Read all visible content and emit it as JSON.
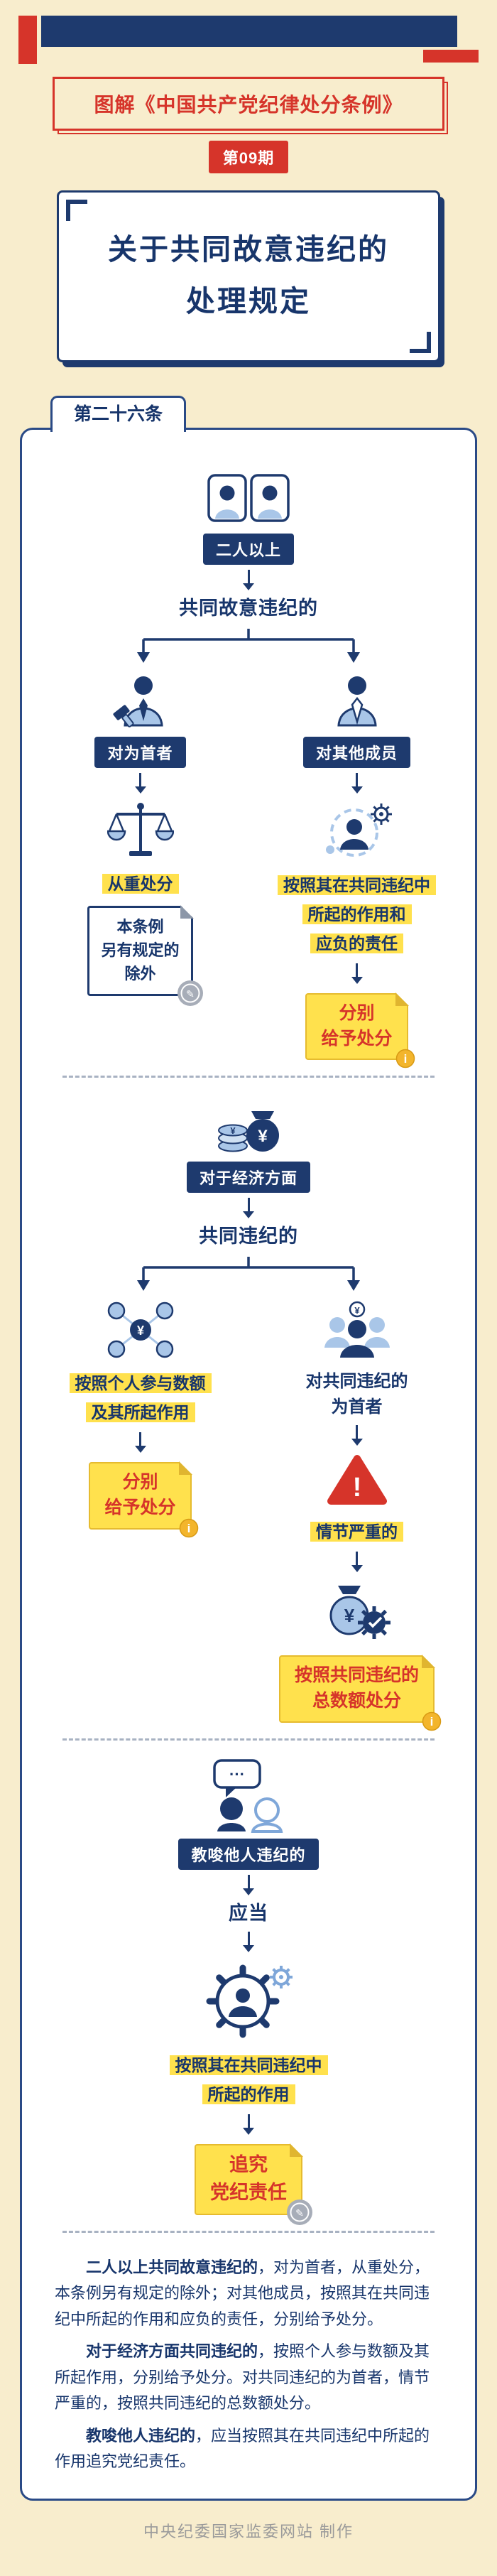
{
  "colors": {
    "background_cream": "#f8edcd",
    "navy": "#1e3a6e",
    "panel_border_blue": "#2a4a86",
    "red": "#d6342a",
    "highlight_yellow": "#ffe14d",
    "icon_light_blue": "#a9c6e8",
    "separator_gray": "#a8b2c2",
    "footer_gray": "#9b9b9b"
  },
  "icons": {
    "yuan": "¥",
    "exclaim": "!",
    "info": "i",
    "pen": "✎",
    "dots": "···"
  },
  "header": {
    "series_title": "图解《中国共产党纪律处分条例》",
    "issue_badge": "第09期",
    "title_line1": "关于共同故意违纪的",
    "title_line2": "处理规定"
  },
  "article_tab": "第二十六条",
  "section1": {
    "actor_label": "二人以上",
    "condition": "共同故意违纪的",
    "left": {
      "role_label": "对为首者",
      "result": "从重处分",
      "exception_note": "本条例\n另有规定的\n除外"
    },
    "right": {
      "role_label": "对其他成员",
      "basis": "按照其在共同违纪中\n所起的作用和\n应负的责任",
      "result": "分别\n给予处分"
    }
  },
  "section2": {
    "topic_label": "对于经济方面",
    "condition": "共同违纪的",
    "left": {
      "basis": "按照个人参与数额\n及其所起作用",
      "result": "分别\n给予处分"
    },
    "right": {
      "subject": "对共同违纪的\n为首者",
      "severity": "情节严重的",
      "result": "按照共同违纪的\n总数额处分"
    }
  },
  "section3": {
    "condition_label": "教唆他人违纪的",
    "modal": "应当",
    "basis": "按照其在共同违纪中\n所起的作用",
    "result": "追究\n党纪责任"
  },
  "summary": {
    "paragraphs": [
      {
        "lead": "二人以上共同故意违纪的",
        "rest": "，对为首者，从重处分，本条例另有规定的除外；对其他成员，按照其在共同违纪中所起的作用和应负的责任，分别给予处分。"
      },
      {
        "lead": "对于经济方面共同违纪的",
        "rest": "，按照个人参与数额及其所起作用，分别给予处分。对共同违纪的为首者，情节严重的，按照共同违纪的总数额处分。"
      },
      {
        "lead": "教唆他人违纪的",
        "rest": "，应当按照其在共同违纪中所起的作用追究党纪责任。"
      }
    ]
  },
  "footer": {
    "credit": "中央纪委国家监委网站 制作"
  }
}
